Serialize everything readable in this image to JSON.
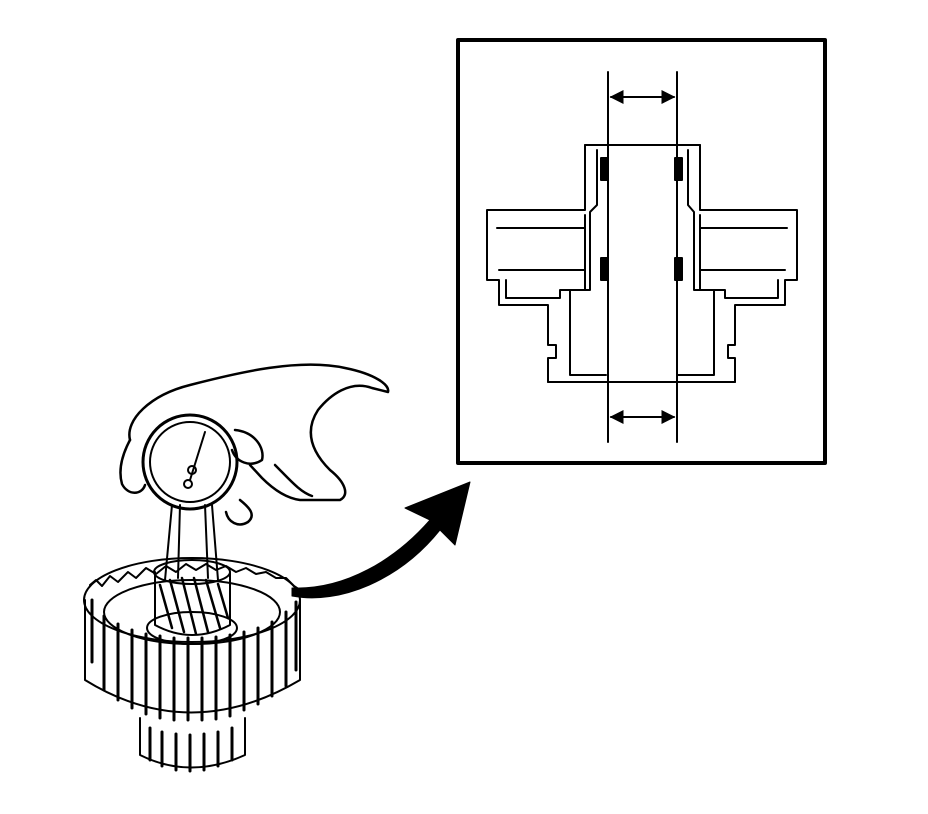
{
  "figure": {
    "subject": "bushing-inner-diameter-measurement",
    "colors": {
      "ink": "#000000",
      "paper": "#ffffff"
    },
    "icons": {
      "gauge": "dial-bore-gauge-icon",
      "hand": "hand-icon",
      "arrow": "curved-arrow-icon"
    },
    "callout": {
      "measurements": [
        {
          "id": "upper-bore-diameter"
        },
        {
          "id": "lower-bore-diameter"
        }
      ]
    }
  }
}
